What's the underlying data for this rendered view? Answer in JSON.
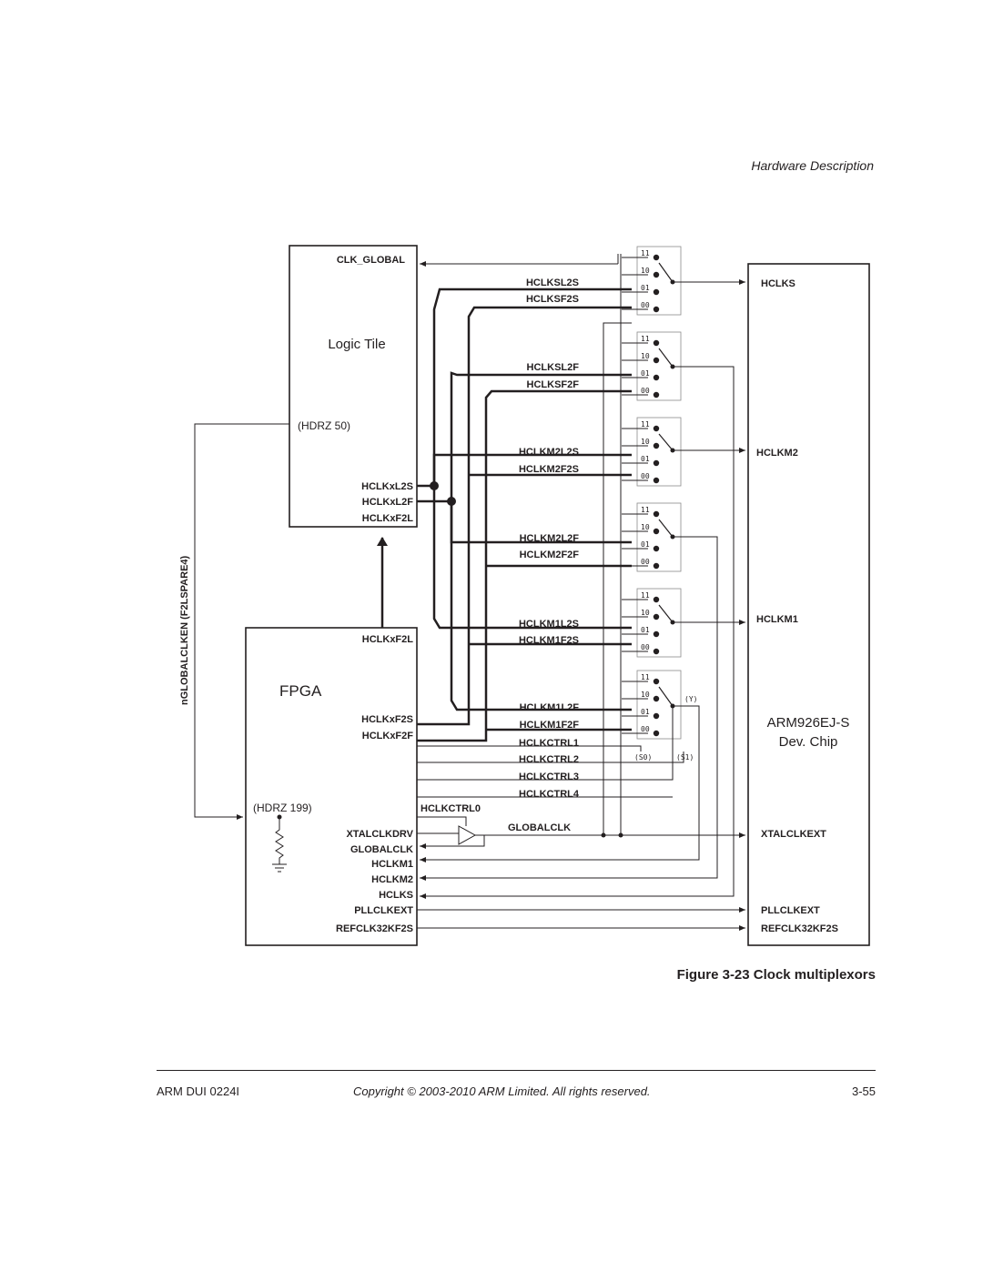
{
  "header": {
    "section": "Hardware Description"
  },
  "diagram": {
    "logic_tile": {
      "name": "CLK_GLOBAL",
      "title": "Logic Tile",
      "hdrz": "(HDRZ 50)",
      "pins": [
        "HCLKxL2S",
        "HCLKxL2F",
        "HCLKxF2L"
      ]
    },
    "fpga": {
      "title": "FPGA",
      "hdrz": "(HDRZ 199)",
      "top_pin": "HCLKxF2L",
      "in_pins": [
        "HCLKxF2S",
        "HCLKxF2F"
      ],
      "hclkctrl0": "HCLKCTRL0",
      "bottom_pins": [
        "XTALCLKDRV",
        "GLOBALCLK",
        "HCLKM1",
        "HCLKM2",
        "HCLKS",
        "PLLCLKEXT",
        "REFCLK32KF2S"
      ]
    },
    "side_label": "nGLOBALCLKEN   (F2LSPARE4)",
    "signals": [
      "HCLKSL2S",
      "HCLKSF2S",
      "HCLKSL2F",
      "HCLKSF2F",
      "HCLKM2L2S",
      "HCLKM2F2S",
      "HCLKM2L2F",
      "HCLKM2F2F",
      "HCLKM1L2S",
      "HCLKM1F2S",
      "HCLKM1L2F",
      "HCLKM1F2F"
    ],
    "ctrl": [
      "HCLKCTRL1",
      "HCLKCTRL2",
      "HCLKCTRL3",
      "HCLKCTRL4"
    ],
    "globalclk": "GLOBALCLK",
    "mux_inputs": [
      "11",
      "10",
      "01",
      "00"
    ],
    "mux_legend": {
      "y": "(Y)",
      "s0": "(S0)",
      "s1": "(S1)"
    },
    "arm": {
      "title1": "ARM926EJ-S",
      "title2": "Dev. Chip",
      "pins": [
        "HCLKS",
        "HCLKM2",
        "HCLKM1",
        "XTALCLKEXT",
        "PLLCLKEXT",
        "REFCLK32KF2S"
      ]
    }
  },
  "caption": "Figure 3-23 Clock multiplexors",
  "footer": {
    "doc_id": "ARM DUI 0224I",
    "copyright": "Copyright © 2003-2010 ARM Limited. All rights reserved.",
    "page": "3-55"
  }
}
